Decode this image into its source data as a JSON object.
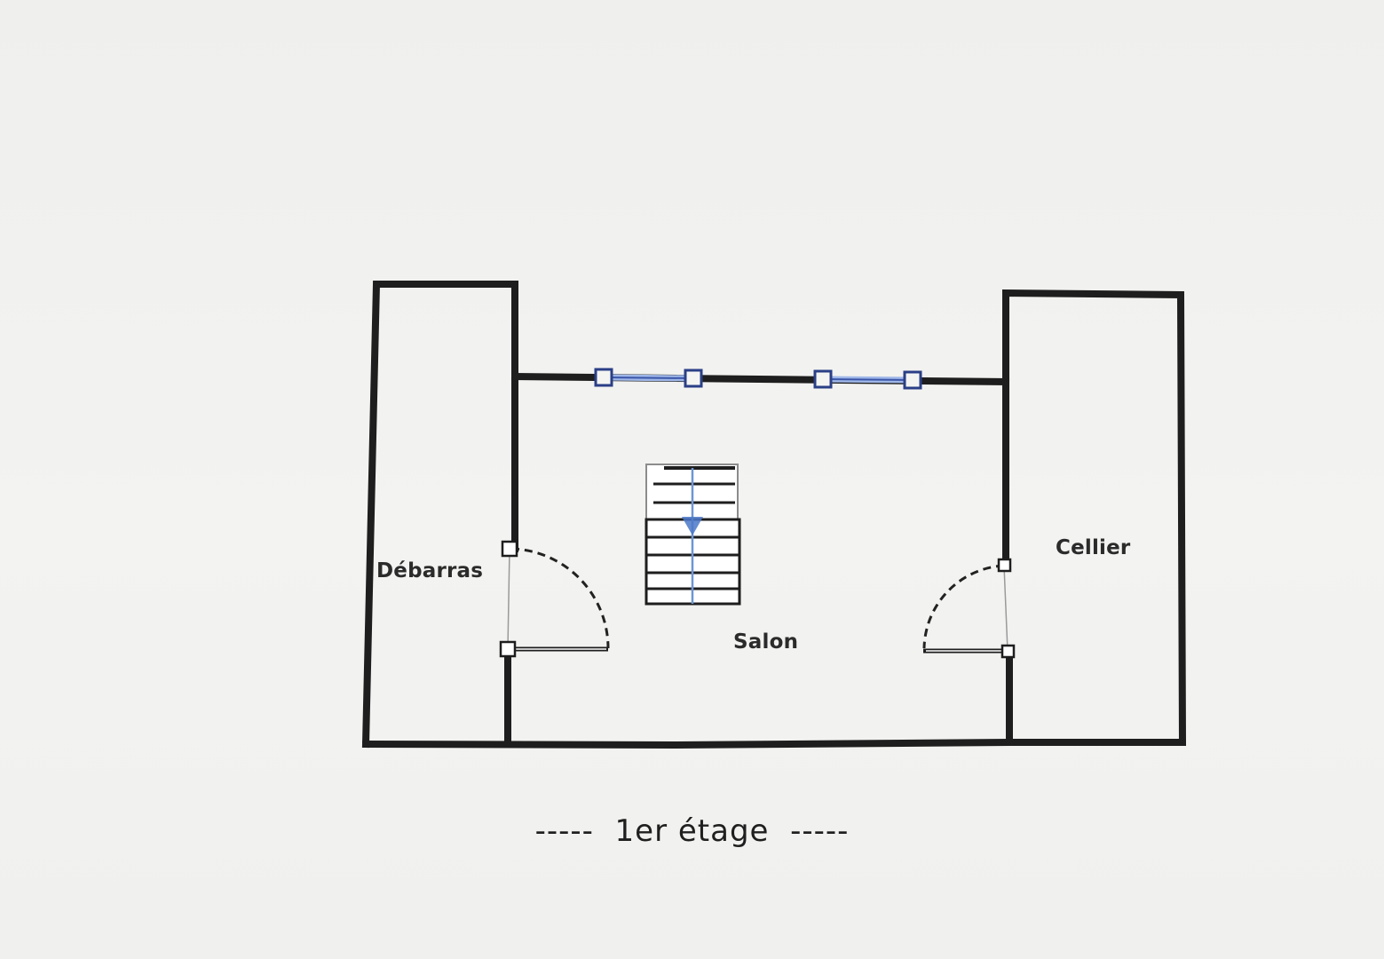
{
  "plan": {
    "rooms": [
      {
        "id": "debarras",
        "label": "Débarras"
      },
      {
        "id": "salon",
        "label": "Salon"
      },
      {
        "id": "cellier",
        "label": "Cellier"
      }
    ],
    "caption": "-----  1er étage  -----",
    "colors": {
      "wall": "#1e1e1e",
      "window": "#3a55a8",
      "window_glass": "#9fb7e8",
      "stair_arrow": "#6f95d4",
      "door_swing": "#222222"
    }
  }
}
